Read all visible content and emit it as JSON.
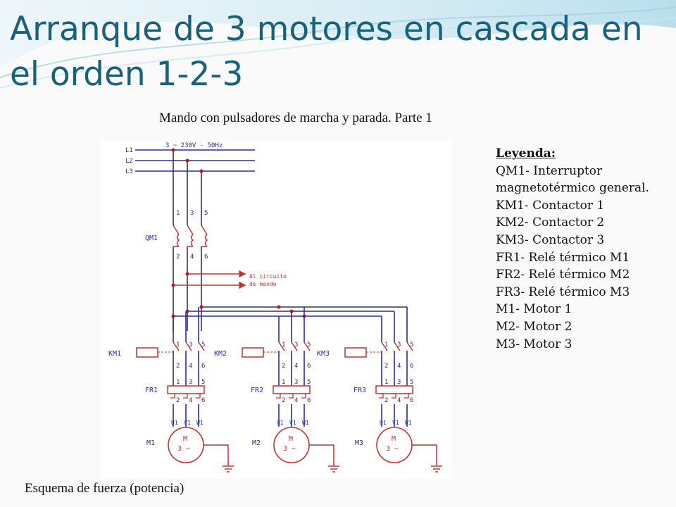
{
  "title": "Arranque de 3 motores en cascada en el orden 1-2-3",
  "subtitle": "Mando con pulsadores de marcha y parada. Parte 1",
  "footer": "Esquema de fuerza (potencia)",
  "legend": {
    "title": "Leyenda:",
    "items": [
      "QM1- Interruptor magnetotérmico general.",
      "KM1- Contactor 1",
      "KM2- Contactor 2",
      "KM3- Contactor 3",
      "FR1- Relé térmico M1",
      "FR2- Relé térmico M2",
      "FR3- Relé térmico M3",
      "M1- Motor 1",
      "M2- Motor 2",
      "M3- Motor 3"
    ]
  },
  "diagram": {
    "supply": "3 ~ 230V - 50Hz",
    "lines": [
      "L1",
      "L2",
      "L3"
    ],
    "breaker": "QM1",
    "terminals_top": [
      "1",
      "3",
      "5"
    ],
    "terminals_bottom": [
      "2",
      "4",
      "6"
    ],
    "control_note": [
      "Al circuito",
      "de mando"
    ],
    "contactors": [
      "KM1",
      "KM2",
      "KM3"
    ],
    "relays": [
      "FR1",
      "FR2",
      "FR3"
    ],
    "motors": [
      "M1",
      "M2",
      "M3"
    ],
    "motor_terminals": [
      "U1",
      "V1",
      "W1"
    ],
    "motor_symbol": "M",
    "motor_phase": "3 ~"
  },
  "colors": {
    "title": "#17627a",
    "wire": "#2a2aa8",
    "symbol": "#c83232",
    "dot": "#cc1010"
  }
}
